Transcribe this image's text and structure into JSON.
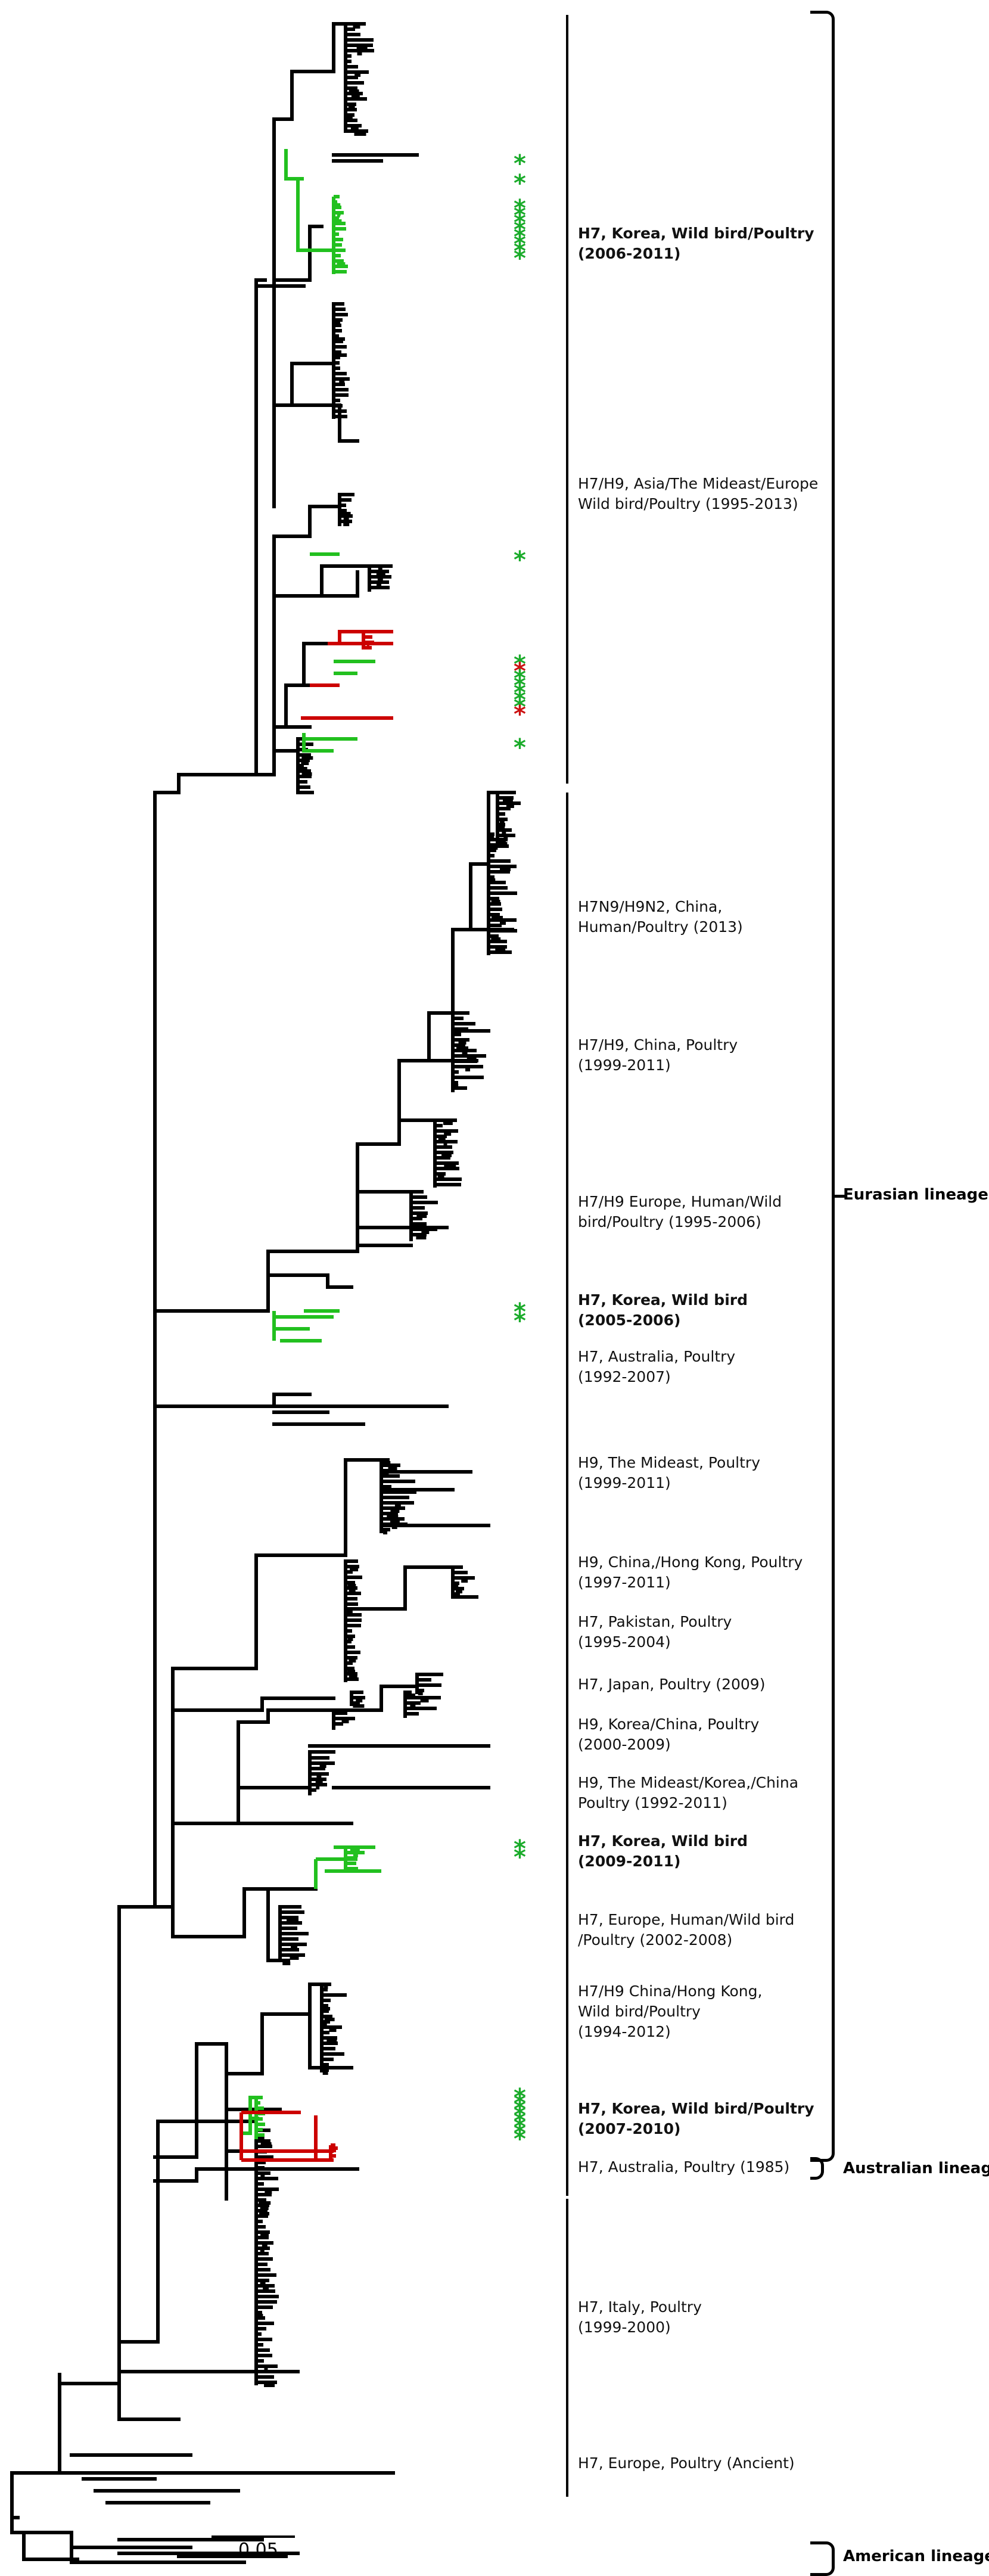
{
  "clades": [
    {
      "label": "H7, Korea, Wild bird/Poultry\n(2006-2011)",
      "bold": true
    },
    {
      "label": "H7/H9, Asia/The Mideast/Europe\nWild bird/Poultry (1995-2013)",
      "bold": false
    },
    {
      "label": "H7N9/H9N2, China,\nHuman/Poultry (2013)",
      "bold": false
    },
    {
      "label": "H7/H9, China, Poultry\n(1999-2011)",
      "bold": false
    },
    {
      "label": "H7/H9 Europe, Human/Wild\nbird/Poultry (1995-2006)",
      "bold": false
    },
    {
      "label": "H7, Korea, Wild bird\n(2005-2006)",
      "bold": true
    },
    {
      "label": "H7, Australia, Poultry\n(1992-2007)",
      "bold": false
    },
    {
      "label": "H9, The Mideast, Poultry\n(1999-2011)",
      "bold": false
    },
    {
      "label": "H9, China,/Hong Kong, Poultry\n(1997-2011)",
      "bold": false
    },
    {
      "label": "H7, Pakistan, Poultry\n(1995-2004)",
      "bold": false
    },
    {
      "label": "H7, Japan, Poultry (2009)",
      "bold": false
    },
    {
      "label": "H9, Korea/China, Poultry\n(2000-2009)",
      "bold": false
    },
    {
      "label": "H9, The Mideast/Korea,/China\nPoultry (1992-2011)",
      "bold": false
    },
    {
      "label": "H7, Korea, Wild bird\n(2009-2011)",
      "bold": true
    },
    {
      "label": "H7, Europe, Human/Wild bird\n/Poultry (2002-2008)",
      "bold": false
    },
    {
      "label": "H7/H9 China/Hong Kong,\nWild bird/Poultry\n(1994-2012)",
      "bold": false
    },
    {
      "label": "H7, Korea, Wild bird/Poultry\n(2007-2010)",
      "bold": true
    },
    {
      "label": "H7, Australia, Poultry (1985)",
      "bold": false
    },
    {
      "label": "H7, Italy, Poultry\n(1999-2000)",
      "bold": false
    },
    {
      "label": "H7, Europe, Poultry (Ancient)",
      "bold": false
    }
  ],
  "lineages": {
    "eurasian": "Eurasian lineage",
    "australian": "Australian lineage",
    "american": "American lineage"
  },
  "scale_bar": "0.05",
  "colors": {
    "branch": "#000000",
    "wild_bird_korea": "#22c01f",
    "poultry_korea": "#cc0000",
    "star_green": "#1aab2a",
    "star_red": "#cc1111"
  }
}
